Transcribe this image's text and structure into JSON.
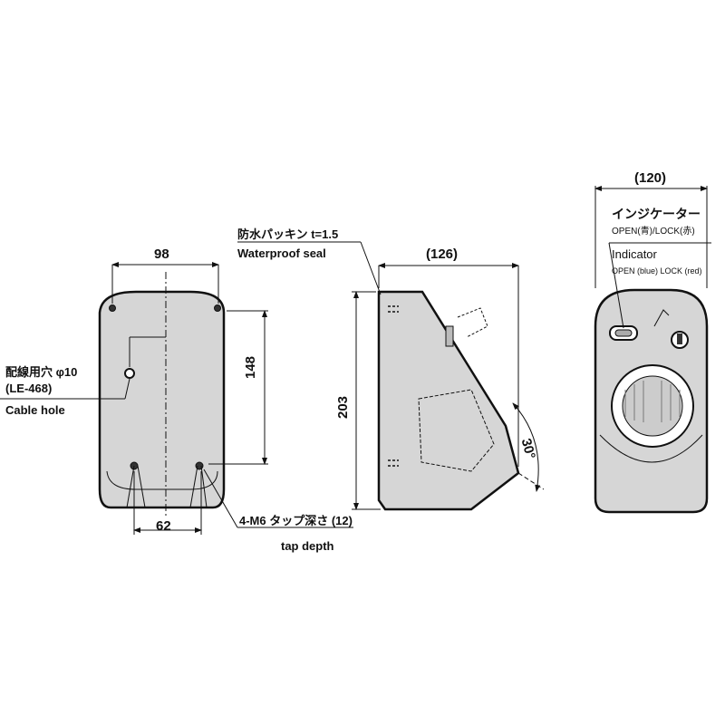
{
  "front_view": {
    "width_dim": "98",
    "height_dim": "148",
    "bottom_dim": "62",
    "cable_hole_jp": "配線用穴 φ10",
    "cable_hole_model": "(LE-468)",
    "cable_hole_en": "Cable hole",
    "tap_jp": "4-M6 タップ深さ (12)",
    "tap_en": "tap depth"
  },
  "side_view": {
    "width_dim": "(126)",
    "height_dim": "203",
    "angle_dim": "30°",
    "seal_jp": "防水パッキン t=1.5",
    "seal_en": "Waterproof seal"
  },
  "right_view": {
    "width_dim": "(120)",
    "indicator_jp": "インジケーター",
    "indicator_jp_detail": "OPEN(青)/LOCK(赤)",
    "indicator_en": "Indicator",
    "indicator_en_detail": "OPEN (blue) LOCK (red)"
  },
  "colors": {
    "body_fill": "#d6d6d6",
    "line": "#111111"
  }
}
